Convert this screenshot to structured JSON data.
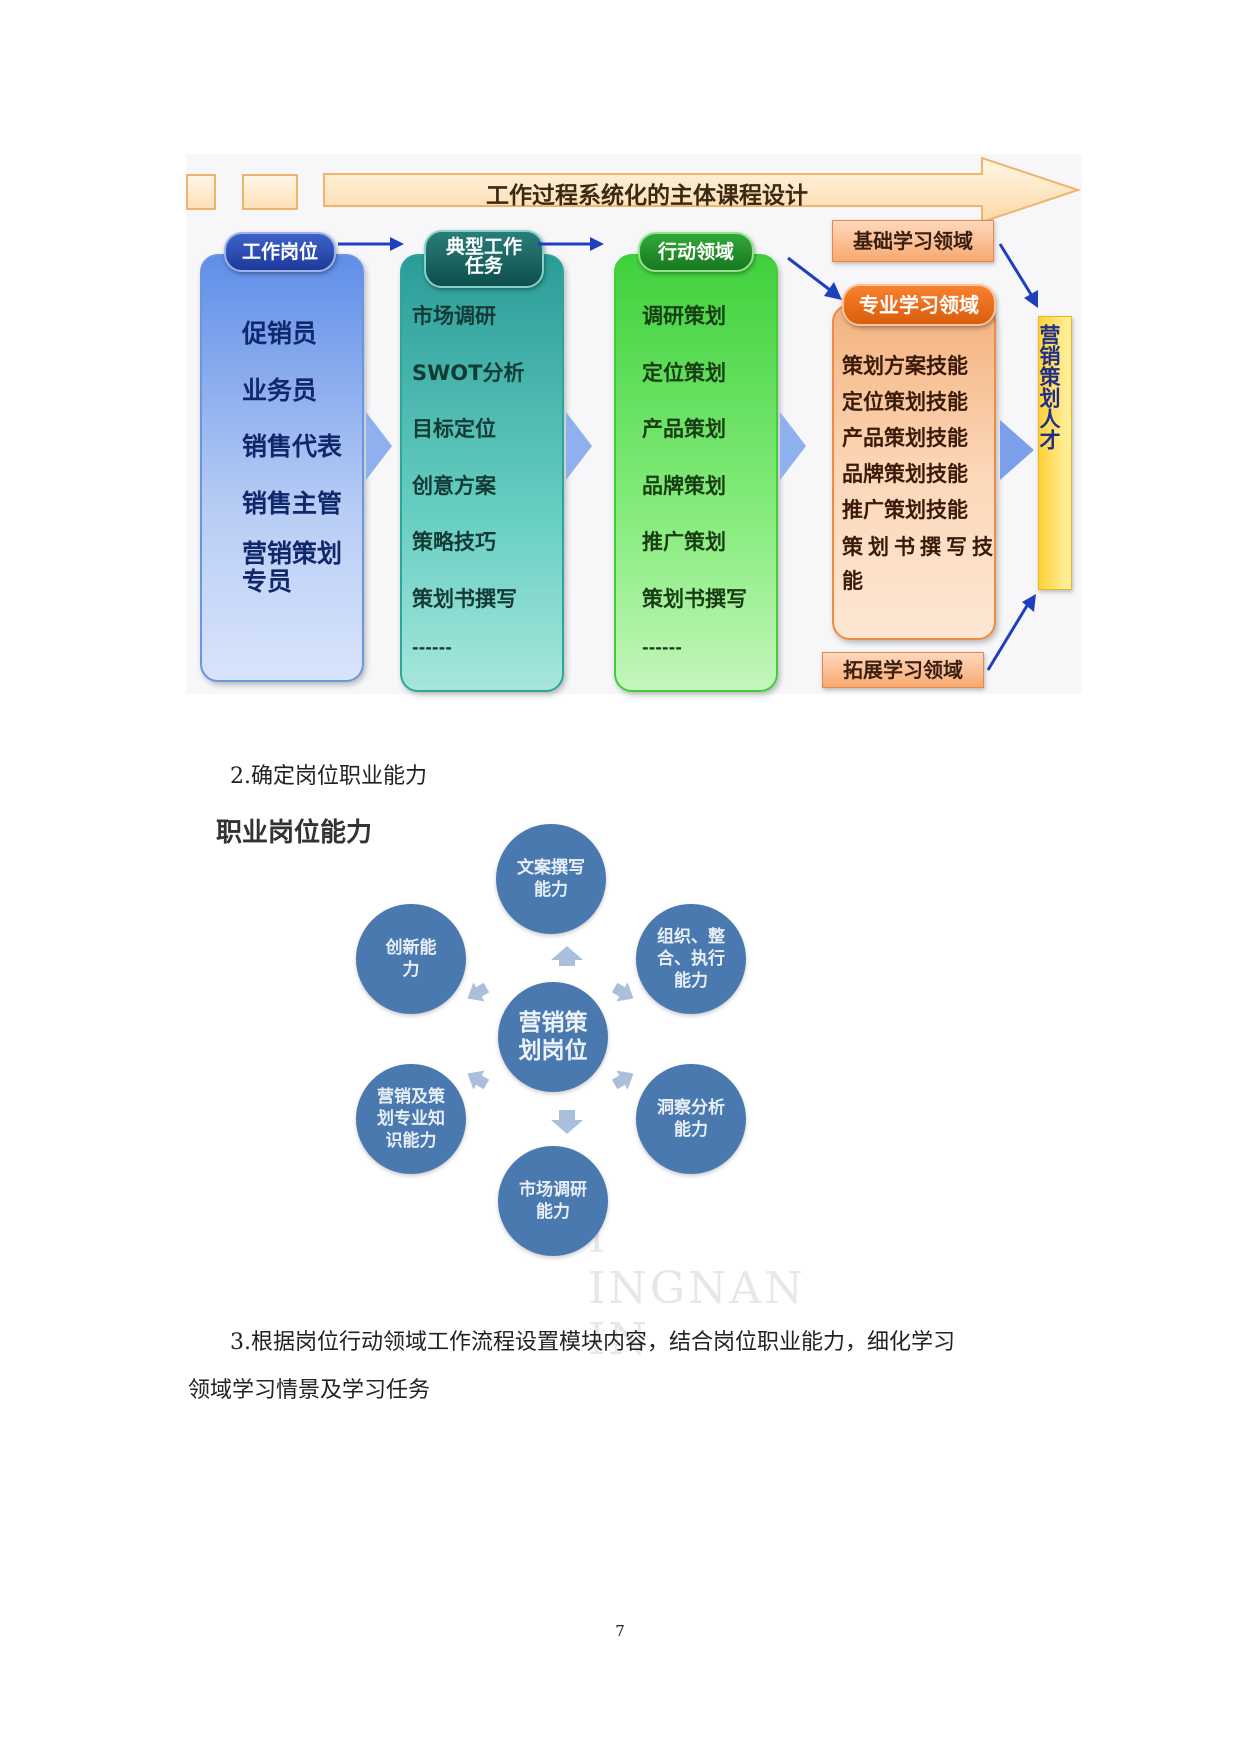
{
  "figure1": {
    "banner_title": "工作过程系统化的主体课程设计",
    "columns": [
      {
        "header": "工作岗位",
        "items": [
          "促销员",
          "业务员",
          "销售代表",
          "销售主管",
          "营销策划专员"
        ]
      },
      {
        "header": "典型工作任务",
        "items": [
          "市场调研",
          "SWOT分析",
          "目标定位",
          "创意方案",
          "策略技巧",
          "策划书撰写",
          "------"
        ]
      },
      {
        "header": "行动领域",
        "items": [
          "调研策划",
          "定位策划",
          "产品策划",
          "品牌策划",
          "推广策划",
          "策划书撰写",
          "------"
        ]
      }
    ],
    "basic_domain": "基础学习领域",
    "professional_domain": {
      "header": "专业学习领域",
      "items": [
        "策划方案技能",
        "定位策划技能",
        "产品策划技能",
        "品牌策划技能",
        "推广策划技能",
        "策划书撰写技能"
      ]
    },
    "extension_domain": "拓展学习领域",
    "result": "营销策划人才",
    "colors": {
      "blue": "#8fb0ee",
      "teal": "#3cb8ad",
      "green": "#5ee35c",
      "orange": "#f58a3a",
      "gold": "#ffd84a",
      "arrow": "#1f3fbf"
    }
  },
  "para2": "2.确定岗位职业能力",
  "figure2": {
    "title": "职业岗位能力",
    "center": "营销策划岗位",
    "abilities": [
      "文案撰写能力",
      "组织、整合、执行能力",
      "洞察分析能力",
      "市场调研能力",
      "营销及策划专业知识能力",
      "创新能力"
    ],
    "watermark": "I INGNAN IN",
    "colors": {
      "circle": "#4a79b0",
      "arrow": "#a9bfdb"
    }
  },
  "para3_line1": "3.根据岗位行动领域工作流程设置模块内容，结合岗位职业能力，细化学习",
  "para3_line2": "领域学习情景及学习任务",
  "page_number": "7"
}
